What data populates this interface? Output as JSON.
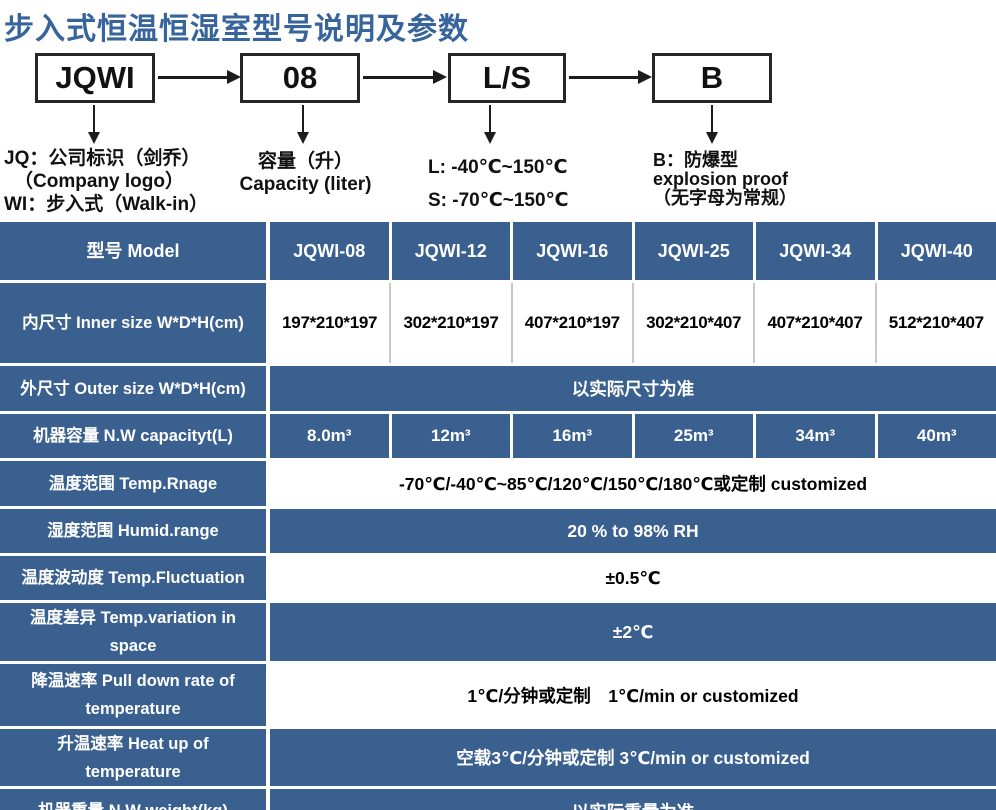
{
  "title": "步入式恒温恒湿室型号说明及参数",
  "colors": {
    "table_blue": "#3A6090",
    "title_blue": "#36649B"
  },
  "diagram": {
    "boxes": [
      {
        "label": "JQWI"
      },
      {
        "label": "08"
      },
      {
        "label": "L/S"
      },
      {
        "label": "B"
      }
    ],
    "notes": {
      "jqwi": [
        "JQ：公司标识（剑乔）",
        "（Company logo）",
        "WI：步入式（Walk-in）"
      ],
      "capacity": [
        "容量（升）",
        "Capacity (liter)"
      ],
      "ls": [
        "L: -40℃~150℃",
        "S: -70℃~150℃"
      ],
      "b": [
        "B：防爆型",
        "explosion proof",
        "（无字母为常规）"
      ]
    }
  },
  "table": {
    "header": {
      "label": "型号 Model",
      "cells": [
        "JQWI-08",
        "JQWI-12",
        "JQWI-16",
        "JQWI-25",
        "JQWI-34",
        "JQWI-40"
      ]
    },
    "rows": [
      {
        "label": "内尺寸 Inner size W*D*H(cm)",
        "cells": [
          "197*210*197",
          "302*210*197",
          "407*210*197",
          "302*210*407",
          "407*210*407",
          "512*210*407"
        ]
      },
      {
        "label": "外尺寸 Outer size W*D*H(cm)",
        "value": "以实际尺寸为准"
      },
      {
        "label": "机器容量 N.W capacityt(L)",
        "cells": [
          "8.0m³",
          "12m³",
          "16m³",
          "25m³",
          "34m³",
          "40m³"
        ]
      },
      {
        "label": "温度范围 Temp.Rnage",
        "value": "-70℃/-40℃~85℃/120℃/150℃/180℃或定制 customized"
      },
      {
        "label": "湿度范围 Humid.range",
        "value": "20 % to 98% RH"
      },
      {
        "label": "温度波动度 Temp.Fluctuation",
        "value": "±0.5℃"
      },
      {
        "label": "温度差异 Temp.variation in space",
        "value": "±2℃"
      },
      {
        "label": "降温速率 Pull down rate of temperature",
        "value": "1℃/分钟或定制　1℃/min or customized"
      },
      {
        "label": "升温速率 Heat up of temperature",
        "value": "空载3℃/分钟或定制 3℃/min or customized"
      },
      {
        "label": "机器重量 N.W weight(kg)",
        "value": "以实际重量为准"
      }
    ]
  }
}
